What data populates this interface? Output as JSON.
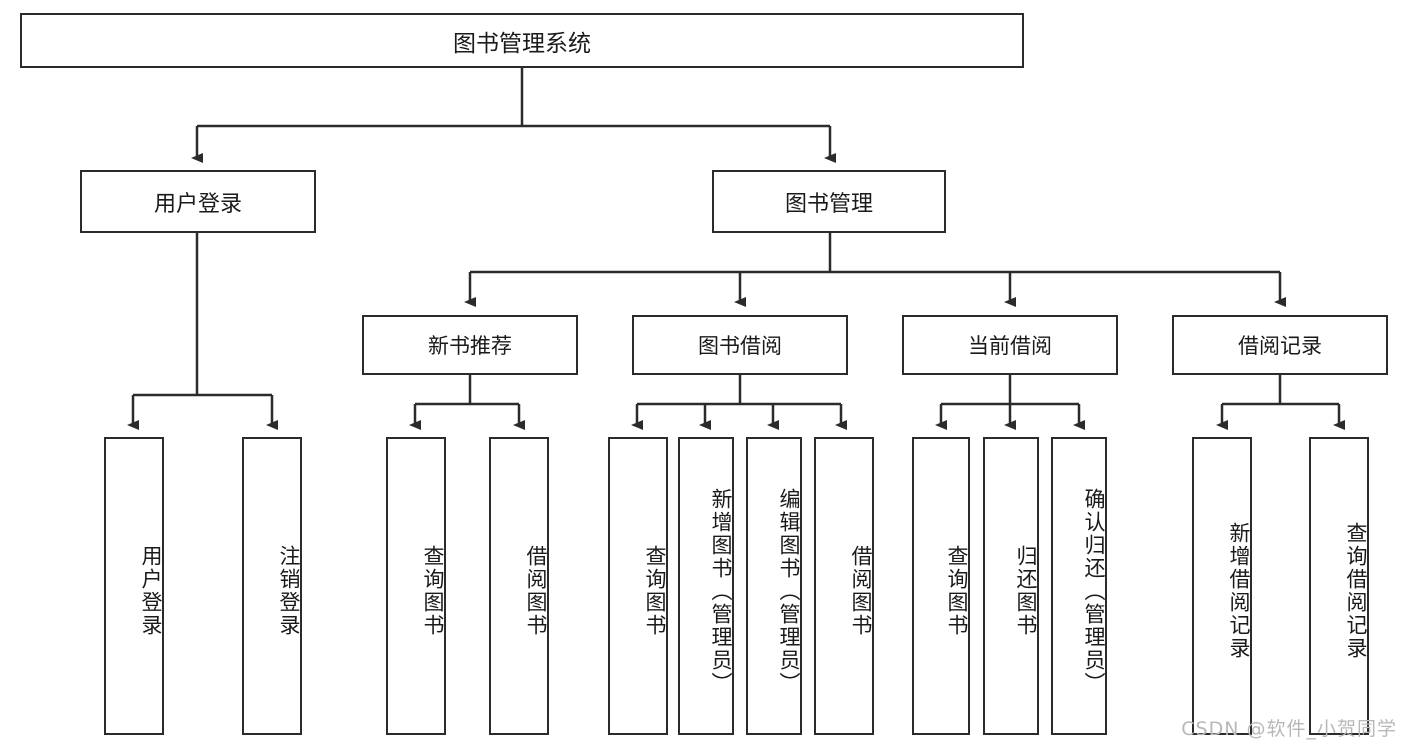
{
  "diagram": {
    "type": "tree",
    "title": "图书管理系统",
    "colors": {
      "background": "#ffffff",
      "box_border": "#2b2b2b",
      "box_fill": "#ffffff",
      "text": "#1a1a1a",
      "connector": "#2b2b2b",
      "watermark": "#b8b8b8"
    },
    "root": {
      "label": "图书管理系统"
    },
    "level2": [
      {
        "label": "用户登录"
      },
      {
        "label": "图书管理"
      }
    ],
    "level3": [
      {
        "label": "新书推荐"
      },
      {
        "label": "图书借阅"
      },
      {
        "label": "当前借阅"
      },
      {
        "label": "借阅记录"
      }
    ],
    "leaves": {
      "user_login": [
        {
          "label": "用户登录"
        },
        {
          "label": "注销登录"
        }
      ],
      "new_book_recommend": [
        {
          "label": "查询图书"
        },
        {
          "label": "借阅图书"
        }
      ],
      "book_borrow": [
        {
          "label": "查询图书"
        },
        {
          "label": "新增图书（管理员）"
        },
        {
          "label": "编辑图书（管理员）"
        },
        {
          "label": "借阅图书"
        }
      ],
      "current_borrow": [
        {
          "label": "查询图书"
        },
        {
          "label": "归还图书"
        },
        {
          "label": "确认归还（管理员）"
        }
      ],
      "borrow_records": [
        {
          "label": "新增借阅记录"
        },
        {
          "label": "查询借阅记录"
        }
      ]
    }
  },
  "watermark": {
    "text": "CSDN @软件_小贺同学"
  }
}
